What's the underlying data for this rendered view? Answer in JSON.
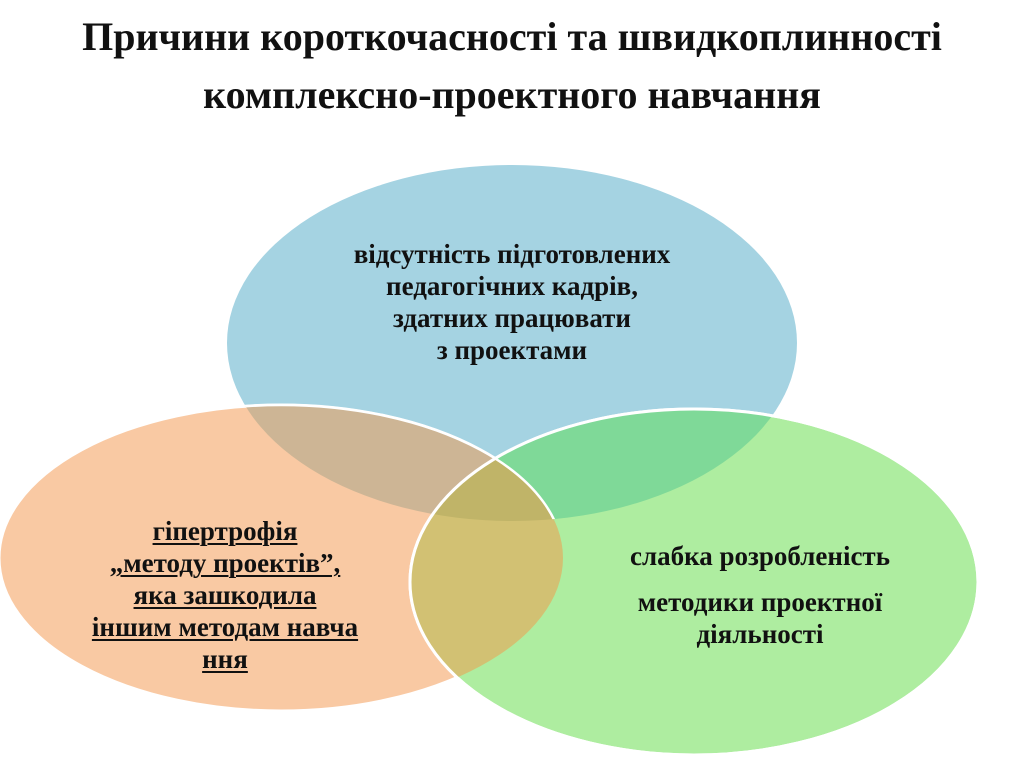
{
  "title": {
    "line1": "Причини короткочасності та швидкоплинності",
    "line2": "комплексно-проектного навчання"
  },
  "diagram": {
    "type": "venn",
    "colors": {
      "blue": "#a5d3e2",
      "orange": "#f9c9a3",
      "green": "#aeeda0",
      "blue_orange_overlap": "#cdb595",
      "blue_green_overlap": "#7fd998",
      "orange_green_overlap": "#d2c173",
      "outline": "#ffffff"
    },
    "circles": [
      {
        "id": "top",
        "color_name": "blue",
        "lines": [
          "відсутність підготовлених",
          "педагогічних кадрів,",
          "здатних працювати",
          "з проектами"
        ]
      },
      {
        "id": "left",
        "color_name": "orange",
        "underlined": true,
        "lines": [
          "гіпертрофія",
          "„методу проектів”,",
          "яка зашкодила",
          "іншим методам навча",
          "ння"
        ]
      },
      {
        "id": "right",
        "color_name": "green",
        "lines": [
          "слабка розробленість",
          "методики проектної",
          "діяльності"
        ]
      }
    ]
  }
}
